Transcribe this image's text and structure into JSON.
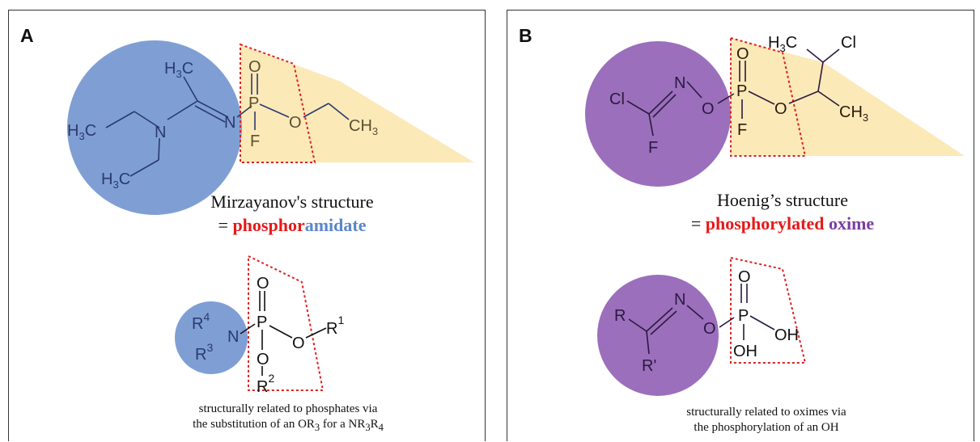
{
  "panelA": {
    "letter": "A",
    "caption_line1": "Mirzayanov's structure",
    "caption_eq": "= ",
    "caption_red": "phosphor",
    "caption_colored": "amidate",
    "note_line1": "structurally related to phosphates via",
    "note_line2": "the substitution of an OR",
    "note_sub1": "3",
    "note_mid": " for a NR",
    "note_sub2": "3",
    "note_r": "R",
    "note_sub3": "4",
    "atoms": {
      "h3c_top": "H",
      "h3c_top_sub": "3",
      "h3c_top_c": "C",
      "h3c_left": "H",
      "h3c_left_sub": "3",
      "h3c_left_c": "C",
      "h3c_low": "H",
      "h3c_low_sub": "3",
      "h3c_low_c": "C",
      "n1": "N",
      "n2": "N",
      "o_dbl": "O",
      "p": "P",
      "o_ester": "O",
      "ch3": "CH",
      "ch3_sub": "3",
      "f": "F",
      "r4": "R",
      "r4_sup": "4",
      "r3": "R",
      "r3_sup": "3",
      "n_gen": "N",
      "o2_dbl": "O",
      "p2": "P",
      "o2_ester": "O",
      "r1": "R",
      "r1_sup": "1",
      "o2_low": "O",
      "r2": "R",
      "r2_sup": "2"
    }
  },
  "panelB": {
    "letter": "B",
    "caption_line1": "Hoenig’s structure",
    "caption_eq": "= ",
    "caption_red": "phosphorylated",
    "caption_colored": " oxime",
    "note_line1": "structurally related to oximes via",
    "note_line2": "the phosphorylation of an OH",
    "atoms": {
      "h3c": "H",
      "h3c_sub": "3",
      "h3c_c": "C",
      "cl_top": "Cl",
      "cl": "Cl",
      "n": "N",
      "o_n": "O",
      "o_dbl": "O",
      "p": "P",
      "o_ester": "O",
      "ch3": "CH",
      "ch3_sub": "3",
      "f_p": "F",
      "f_c": "F",
      "r": "R",
      "r_prime": "R'",
      "n2": "N",
      "o2_n": "O",
      "o2_dbl": "O",
      "p2": "P",
      "oh_right": "OH",
      "oh_low": "OH"
    }
  },
  "colors": {
    "blue_circle": "#7f9fd4",
    "purple_circle": "#9b6fbc",
    "highlight": "#fce9b8",
    "dotted_red": "#e02020"
  }
}
